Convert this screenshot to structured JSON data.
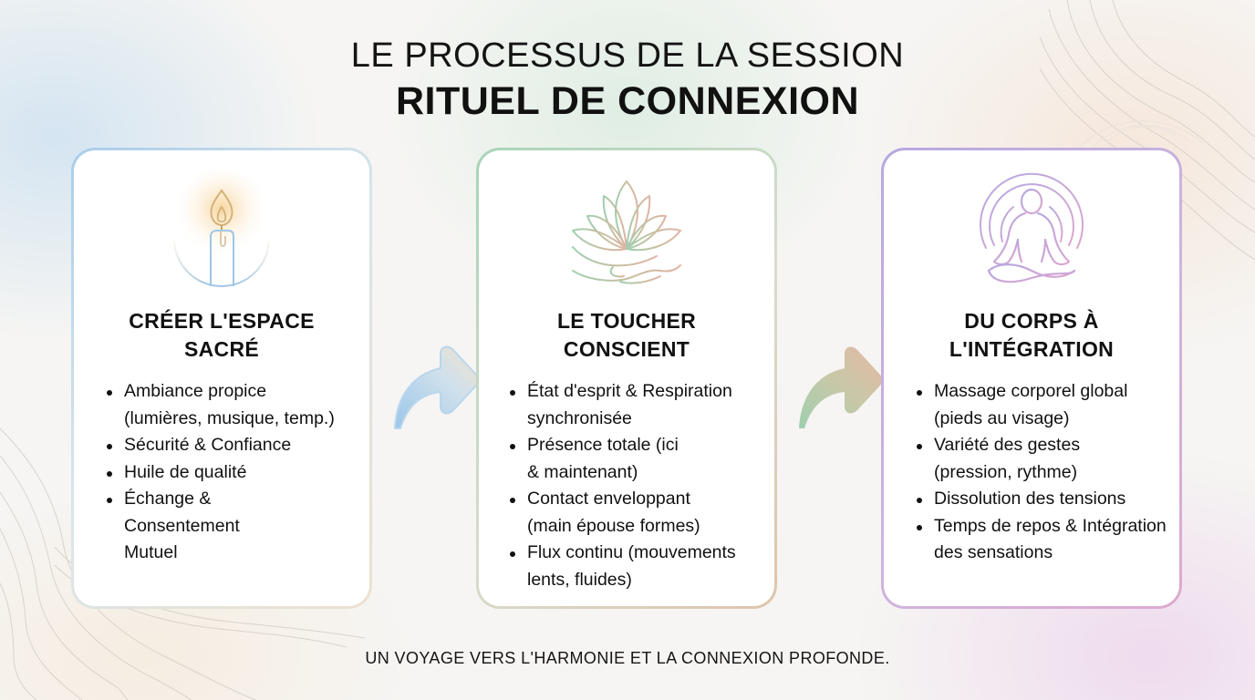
{
  "header": {
    "subtitle": "LE  PROCESSUS DE LA SESSION",
    "title": "RITUEL DE CONNEXION"
  },
  "steps": [
    {
      "icon": "candle-icon",
      "title_line1": "CRÉER L'ESPACE",
      "title_line2": "SACRÉ",
      "accent": "#a9cdea",
      "items": [
        "Ambiance propice (lumières, musique, temp.)",
        "Sécurité & Confiance",
        "Huile de qualité",
        "Échange & Consentement Mutuel"
      ]
    },
    {
      "icon": "lotus-hand-icon",
      "title_line1": "LE TOUCHER",
      "title_line2": "CONSCIENT",
      "accent": "#a8d4b8",
      "items": [
        "État d'esprit & Respiration synchronisée",
        "Présence totale (ici & maintenant)",
        "Contact enveloppant (main épouse formes)",
        "Flux continu (mouvements lents, fluides)"
      ]
    },
    {
      "icon": "meditation-figure-icon",
      "title_line1": "DU CORPS À",
      "title_line2": "L'INTÉGRATION",
      "accent": "#b7a8e0",
      "items": [
        "Massage corporel global (pieds au visage)",
        "Variété des gestes (pression, rythme)",
        "Dissolution des tensions",
        "Temps de repos & Intégration des sensations"
      ]
    }
  ],
  "arrows": [
    {
      "icon": "arrow-right-icon",
      "from": 1,
      "to": 2
    },
    {
      "icon": "arrow-right-icon",
      "from": 2,
      "to": 3
    }
  ],
  "footer": {
    "tagline": "UN VOYAGE VERS L'HARMONIE ET LA CONNEXION PROFONDE."
  }
}
